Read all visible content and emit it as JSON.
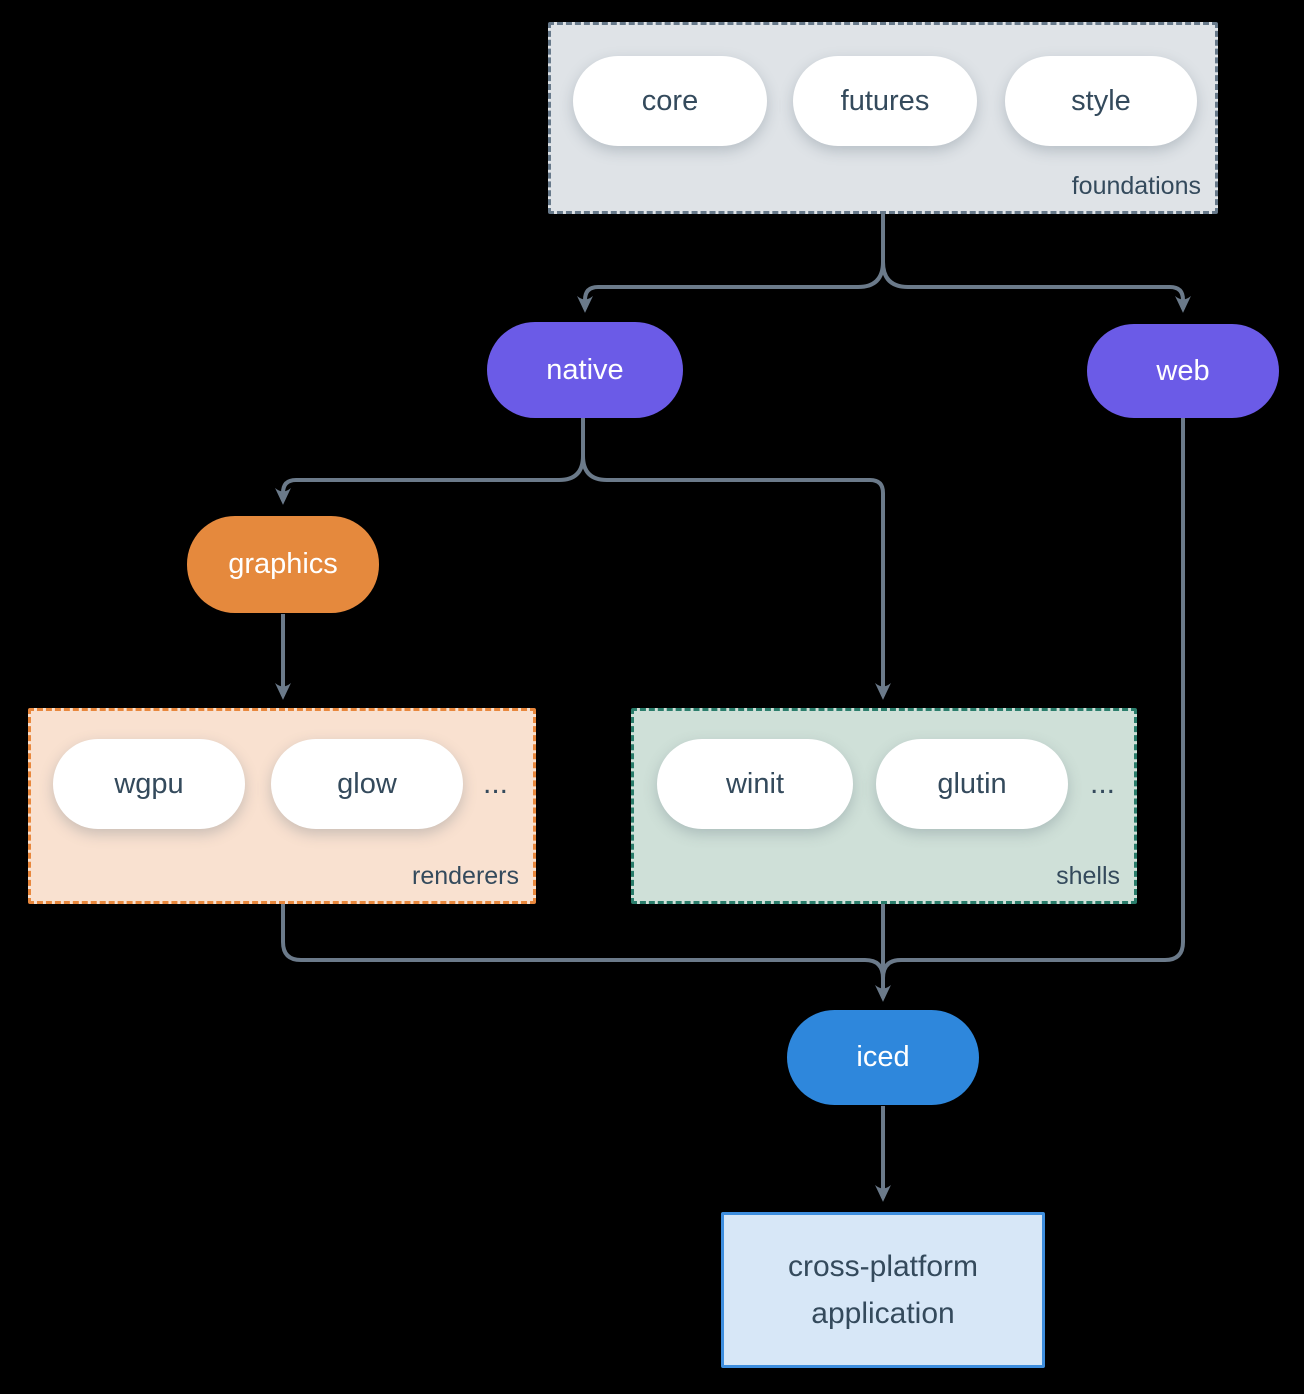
{
  "foundations": {
    "label": "foundations",
    "items": [
      "core",
      "futures",
      "style"
    ]
  },
  "native": {
    "label": "native"
  },
  "web": {
    "label": "web"
  },
  "graphics": {
    "label": "graphics"
  },
  "renderers": {
    "label": "renderers",
    "items": [
      "wgpu",
      "glow"
    ],
    "more": "..."
  },
  "shells": {
    "label": "shells",
    "items": [
      "winit",
      "glutin"
    ],
    "more": "..."
  },
  "iced": {
    "label": "iced"
  },
  "application": {
    "label": "cross-platform application"
  },
  "colors": {
    "background": "#000000",
    "arrow": "#6B7A8A",
    "text_dark": "#344A5C",
    "text_light": "#FFFFFF",
    "node_purple": "#6B5BE7",
    "node_orange": "#E5893D",
    "node_blue": "#2E87DC",
    "foundations_fill": "#DFE3E7",
    "foundations_border": "#67798A",
    "renderers_fill": "#F9E1D0",
    "renderers_border": "#E8873C",
    "shells_fill": "#CFE0D8",
    "shells_border": "#2A7D6B",
    "app_fill": "#D7E7F7",
    "app_border": "#3E8EDE"
  }
}
